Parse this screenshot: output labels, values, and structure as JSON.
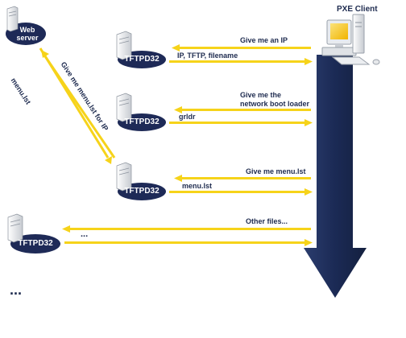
{
  "nodes": {
    "web_server": "Web\nserver",
    "pxe_client": "PXE Client",
    "tftpd_1": "TFTPD32",
    "tftpd_2": "TFTPD32",
    "tftpd_3": "TFTPD32",
    "tftpd_4": "TFTPD32"
  },
  "messages": {
    "give_me_ip": "Give me an IP",
    "ip_tftp_filename": "IP, TFTP, filename",
    "give_me_boot_loader": "Give me the\nnetwork boot loader",
    "grldr": "grldr",
    "give_me_menu_lst": "Give me menu.lst",
    "menu_lst_reply": "menu.lst",
    "other_files": "Other files...",
    "ellipsis_reply": "...",
    "web_request": "Give me menu.lst for IP",
    "web_reply": "menu.lst",
    "more": "..."
  },
  "colors": {
    "arrow_yellow": "#f6d31a",
    "timeline_navy": "#1b2a55",
    "node_navy": "#1e2a57",
    "label_text": "#1e2b4f"
  },
  "icons": {
    "server": "server-tower-icon",
    "client": "desktop-computer-icon"
  }
}
